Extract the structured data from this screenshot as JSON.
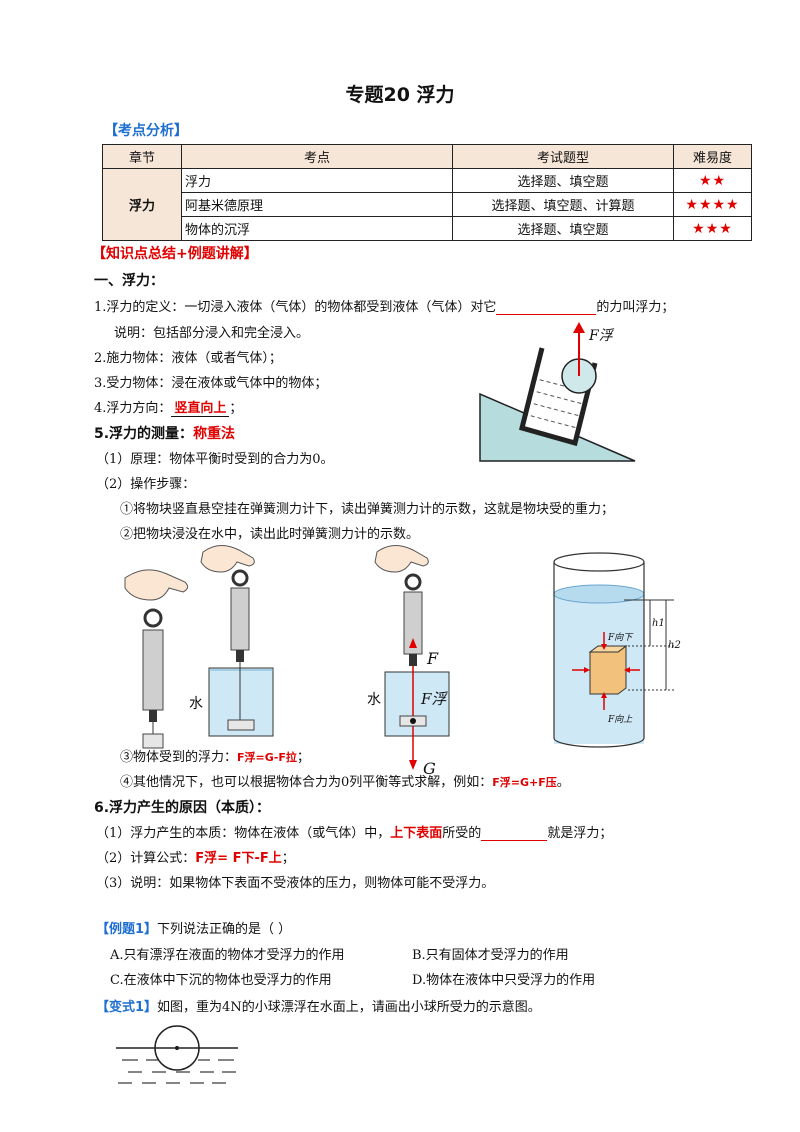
{
  "title": "专题20 浮力",
  "sec_analysis": "【考点分析】",
  "table": {
    "headers": [
      "章节",
      "考点",
      "考试题型",
      "难易度"
    ],
    "chapter": "浮力",
    "rows": [
      {
        "point": "浮力",
        "type": "选择题、填空题",
        "stars": "★★"
      },
      {
        "point": "阿基米德原理",
        "type": "选择题、填空题、计算题",
        "stars": "★★★★"
      },
      {
        "point": "物体的沉浮",
        "type": "选择题、填空题",
        "stars": "★★★"
      }
    ]
  },
  "sec_summary": "【知识点总结+例题讲解】",
  "h1": "一、浮力：",
  "p1_a": "1.浮力的定义：一切浸入液体（气体）的物体都受到液体（气体）对它",
  "p1_b": "的力叫浮力；",
  "p1_note": "说明：包括部分浸入和完全浸入。",
  "p2": "2.施力物体：液体（或者气体）；",
  "p3": "3.受力物体：浸在液体或气体中的物体；",
  "p4_a": "4.浮力方向：",
  "p4_ans": "竖直向上",
  "p4_b": "；",
  "h5_a": "5.浮力的测量：",
  "h5_b": "称重法",
  "p5_1": "（1）原理：物体平衡时受到的合力为0。",
  "p5_2": "（2）操作步骤：",
  "p5_s1": "①将物块竖直悬空挂在弹簧测力计下，读出弹簧测力计的示数，这就是物块受的重力；",
  "p5_s2": "②把物块浸没在水中，读出此时弹簧测力计的示数。",
  "p5_s3_a": "③物体受到的浮力：",
  "p5_s3_f": "F浮=G-F拉",
  "p5_s3_b": "；",
  "p5_s4_a": "④其他情况下，也可以根据物体合力为0列平衡等式求解，例如：",
  "p5_s4_f": "F浮=G+F压",
  "p5_s4_b": "。",
  "h6": "6.浮力产生的原因（本质）：",
  "p6_1_a": "（1）浮力产生的本质：物体在液体（或气体）中，",
  "p6_1_red": "上下表面",
  "p6_1_b": "所受的",
  "p6_1_c": "就是浮力；",
  "p6_2_a": "（2）计算公式：",
  "p6_2_f": "F浮= F下-F上",
  "p6_2_b": "；",
  "p6_3": "（3）说明：如果物体下表面不受液体的压力，则物体可能不受浮力。",
  "ex1_tag": "【例题1】",
  "ex1_q": "下列说法正确的是（     ）",
  "ex1_A": "A.只有漂浮在液面的物体才受浮力的作用",
  "ex1_B": "B.只有固体才受浮力的作用",
  "ex1_C": "C.在液体中下沉的物体也受浮力的作用",
  "ex1_D": "D.物体在液体中只受浮力的作用",
  "var1_tag": "【变式1】",
  "var1_q": "如图，重为4N的小球漂浮在水面上，请画出小球所受力的示意图。",
  "fig": {
    "f_float": "F浮",
    "water": "水",
    "F": "F",
    "G": "G",
    "f_down": "F向下",
    "f_up": "F向上",
    "h1": "h1",
    "h2": "h2"
  },
  "colors": {
    "accent_blue": "#1f6fd1",
    "red": "#e00000",
    "header_bg": "#f6e6d8",
    "water": "#cfe8f6",
    "block": "#f2c27d"
  }
}
